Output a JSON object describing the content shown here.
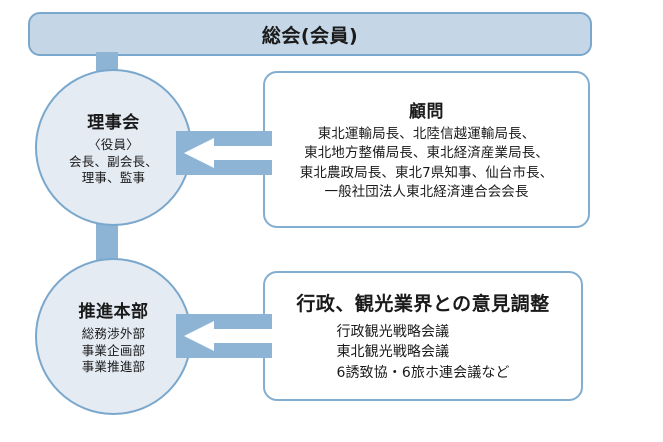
{
  "diagram": {
    "title_bar": {
      "label": "総会(会員)"
    },
    "nodes": [
      {
        "name": "board-of-directors",
        "title": "理事会",
        "sub_line_1": "〈役員〉",
        "sub_line_2": "会長、副会長、",
        "sub_line_3": "理事、監事"
      },
      {
        "name": "promotion-headquarters",
        "title": "推進本部",
        "sub_line_1": "総務渉外部",
        "sub_line_2": "事業企画部",
        "sub_line_3": "事業推進部"
      }
    ],
    "boxes": [
      {
        "name": "advisors",
        "title": "顧問",
        "line_1": "東北運輸局長、北陸信越運輸局長、",
        "line_2": "東北地方整備局長、東北経済産業局長、",
        "line_3": "東北農政局長、東北7県知事、仙台市長、",
        "line_4": "一般社団法人東北経済連合会会長"
      },
      {
        "name": "coordination",
        "title": "行政、観光業界との意見調整",
        "line_1": "行政観光戦略会議",
        "line_2": "東北観光戦略会議",
        "line_3": "6誘致協・6旅ホ連会議など"
      }
    ],
    "colors": {
      "bar_fill": "#c5d6e6",
      "circle_fill": "#e4ebf3",
      "border_blue": "#7aa7cc",
      "connector_blue": "#8db4d4",
      "box_border": "#82aed2",
      "box_fill": "#ffffff",
      "text": "#1a1a1a"
    }
  }
}
